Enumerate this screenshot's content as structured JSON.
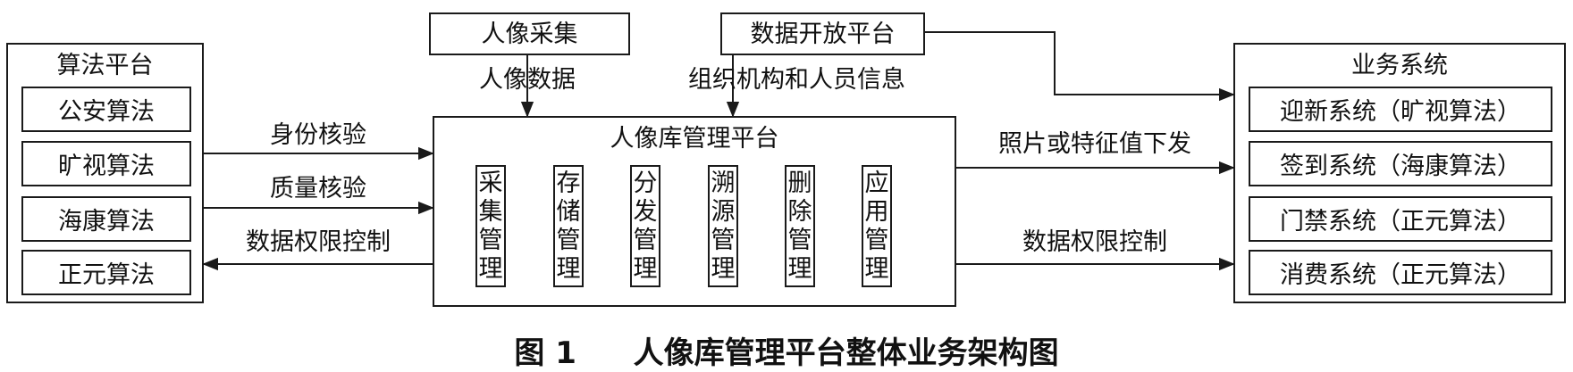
{
  "left": {
    "title": "算法平台",
    "items": [
      "公安算法",
      "旷视算法",
      "海康算法",
      "正元算法"
    ]
  },
  "top": {
    "collect": "人像采集",
    "open_platform": "数据开放平台",
    "face_data_label": "人像数据",
    "org_label": "组织机构和人员信息"
  },
  "center": {
    "title": "人像库管理平台",
    "modules": [
      "采集管理",
      "存储管理",
      "分发管理",
      "溯源管理",
      "删除管理",
      "应用管理"
    ]
  },
  "right": {
    "title": "业务系统",
    "items": [
      "迎新系统（旷视算法）",
      "签到系统（海康算法）",
      "门禁系统（正元算法）",
      "消费系统（正元算法）"
    ]
  },
  "arrows": {
    "identity_check": "身份核验",
    "quality_check": "质量核验",
    "perm_left": "数据权限控制",
    "photo_dispatch": "照片或特征值下发",
    "perm_right": "数据权限控制"
  },
  "caption": {
    "number": "图 1",
    "text": "人像库管理平台整体业务架构图"
  }
}
